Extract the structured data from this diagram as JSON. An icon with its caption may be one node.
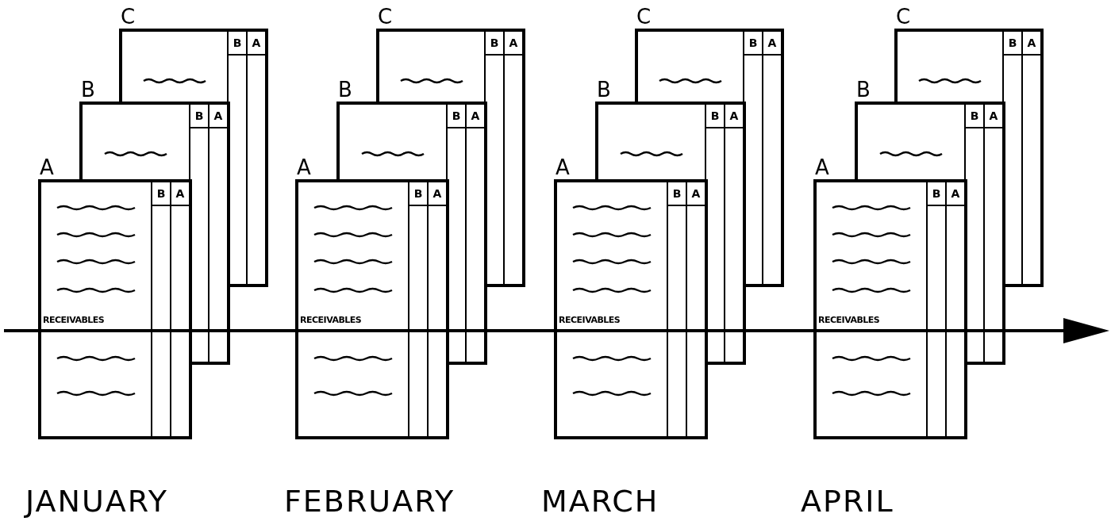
{
  "diagram": {
    "nodes": [
      {
        "text": [
          "C",
          "B",
          "A"
        ]
      },
      {
        "text": [
          "B",
          "B",
          "A"
        ]
      },
      {
        "text": [
          "A",
          "B",
          "A",
          "RECEIVABLES"
        ]
      },
      {
        "text": [
          "C",
          "B",
          "A"
        ]
      },
      {
        "text": [
          "B",
          "B",
          "A"
        ]
      },
      {
        "text": [
          "A",
          "B",
          "A",
          "RECEIVABLES"
        ]
      },
      {
        "text": [
          "C",
          "B",
          "A"
        ]
      },
      {
        "text": [
          "B",
          "B",
          "A"
        ]
      },
      {
        "text": [
          "A",
          "B",
          "A",
          "RECEIVABLES"
        ]
      },
      {
        "text": [
          "C",
          "B",
          "A"
        ]
      },
      {
        "text": [
          "B",
          "B",
          "A"
        ]
      },
      {
        "text": [
          "A",
          "B",
          "A",
          "RECEIVABLES"
        ]
      }
    ],
    "labels": [
      "JANUARY",
      "FEBRUARY",
      "MARCH",
      "APRIL"
    ]
  }
}
